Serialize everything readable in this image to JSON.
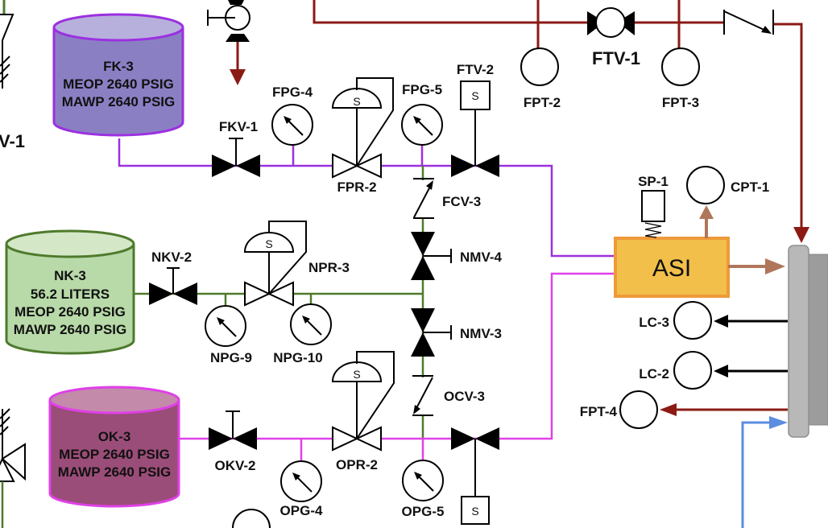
{
  "colors": {
    "fuel_line": "#9b30e0",
    "nitrogen_line": "#4e7a2c",
    "oxidizer_line": "#e040e8",
    "feed_line": "#8b1a14",
    "blue_line": "#5b8de0",
    "asi_fill": "#f2bf4a",
    "asi_border": "#ee9a3a",
    "asi_output": "#b0765a",
    "fk_tank_fill": "#8b7fc4",
    "nk_tank_fill": "#b8d9a8",
    "ok_tank_fill": "#9a4d78"
  },
  "tanks": {
    "fk3": {
      "name": "FK-3",
      "line1": "MEOP 2640 PSIG",
      "line2": "MAWP 2640 PSIG"
    },
    "nk3": {
      "name": "NK-3",
      "volume": "56.2 LITERS",
      "line1": "MEOP 2640 PSIG",
      "line2": "MAWP 2640 PSIG"
    },
    "ok3": {
      "name": "OK-3",
      "line1": "MEOP 2640 PSIG",
      "line2": "MAWP 2640 PSIG"
    }
  },
  "valves": {
    "fkv1": "FKV-1",
    "fpr2": "FPR-2",
    "ftv2": "FTV-2",
    "fcv3": "FCV-3",
    "nkv2": "NKV-2",
    "npr3": "NPR-3",
    "nmv4": "NMV-4",
    "nmv3": "NMV-3",
    "ocv3": "OCV-3",
    "okv2": "OKV-2",
    "opr2": "OPR-2",
    "ftv1": "FTV-1",
    "partial_left": "V-1"
  },
  "gauges": {
    "fpg4": "FPG-4",
    "fpg5": "FPG-5",
    "npg9": "NPG-9",
    "npg10": "NPG-10",
    "opg4": "OPG-4",
    "opg5": "OPG-5"
  },
  "sensors": {
    "fpt2": "FPT-2",
    "fpt3": "FPT-3",
    "fpt4": "FPT-4",
    "cpt1": "CPT-1",
    "lc3": "LC-3",
    "lc2": "LC-2",
    "sp1": "SP-1"
  },
  "components": {
    "asi": "ASI",
    "solenoid_letter": "S"
  }
}
